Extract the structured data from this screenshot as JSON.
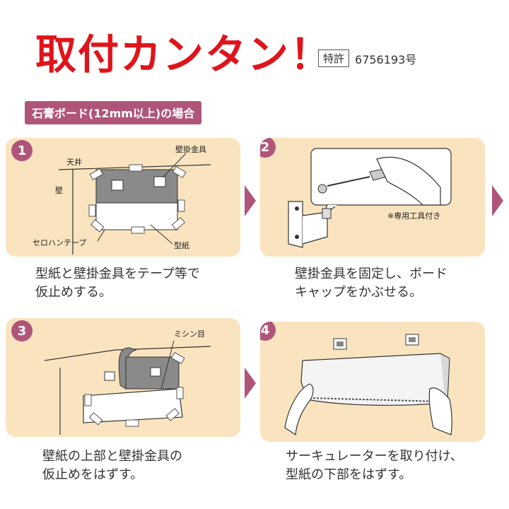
{
  "header": {
    "title": "取付カンタン！",
    "patent_label": "特許",
    "patent_number": "6756193号"
  },
  "board_label": "石膏ボード(12mm以上)の場合",
  "steps": [
    {
      "number": "1",
      "labels": {
        "ceiling": "天井",
        "wall": "壁",
        "bracket": "壁掛金具",
        "tape": "セロハンテープ",
        "template": "型紙"
      },
      "caption_line1": "型紙と壁掛金具をテープ等で",
      "caption_line2": "仮止めする。"
    },
    {
      "number": "2",
      "labels": {
        "tool_note": "※専用工具付き"
      },
      "caption_line1": "壁掛金具を固定し、ボード",
      "caption_line2": "キャップをかぶせる。"
    },
    {
      "number": "3",
      "labels": {
        "perforation": "ミシン目"
      },
      "caption_line1": "壁紙の上部と壁掛金具の",
      "caption_line2": "仮止めをはずす。"
    },
    {
      "number": "4",
      "labels": {},
      "caption_line1": "サーキュレーターを取り付け、",
      "caption_line2": "型紙の下部をはずす。"
    }
  ],
  "colors": {
    "title_red": "#e0141b",
    "accent": "#b0557a",
    "panel_bg": "#fae4bf"
  }
}
